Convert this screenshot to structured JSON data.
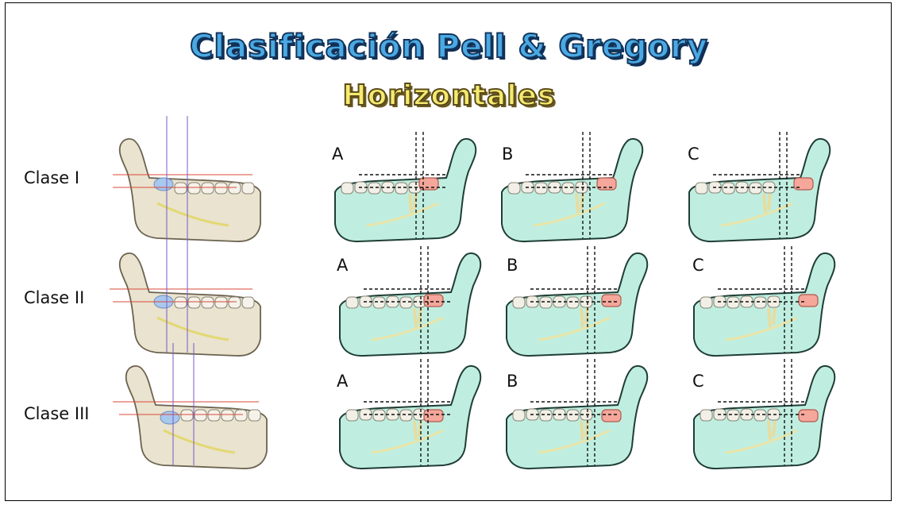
{
  "title": "Clasificación Pell & Gregory",
  "subtitle": "Horizontales",
  "rows": [
    {
      "label": "Clase I",
      "panels": [
        "A",
        "B",
        "C"
      ]
    },
    {
      "label": "Clase II",
      "panels": [
        "A",
        "B",
        "C"
      ]
    },
    {
      "label": "Clase III",
      "panels": [
        "A",
        "B",
        "C"
      ]
    }
  ],
  "colors": {
    "title": "#4aa9e3",
    "subtitle": "#f4ea6f",
    "mandible_realistic": "#e9e3cf",
    "mandible_schematic": "#bfeee0",
    "molar": "#f4a79a",
    "reference_line_red": "#d94a3a",
    "reference_line_purple": "#7a5ac8"
  }
}
